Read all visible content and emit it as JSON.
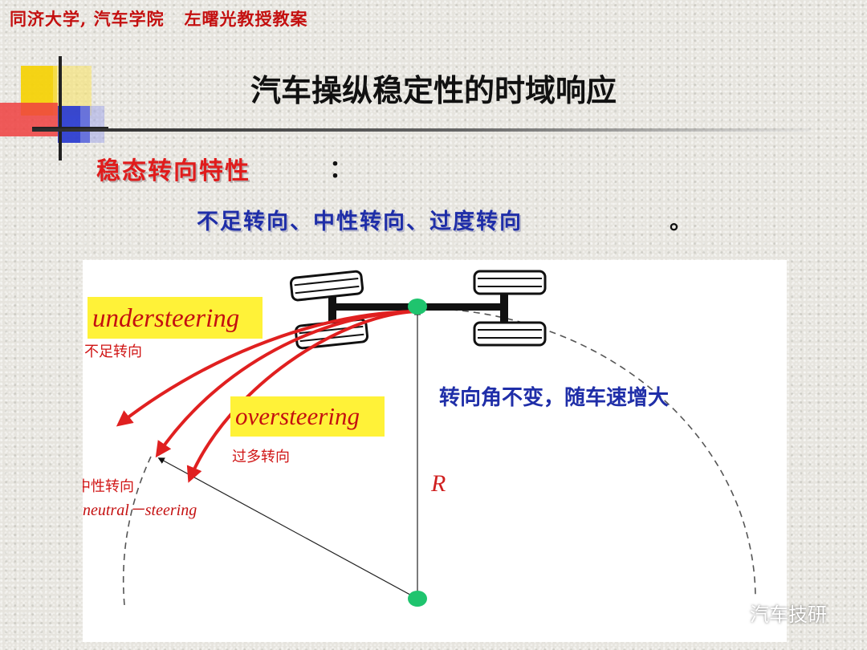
{
  "header": {
    "text": "同济大学, 汽车学院   左曙光教授教案"
  },
  "title": "汽车操纵稳定性的时域响应",
  "section": {
    "heading": "稳态转向特性",
    "colon": "："
  },
  "subtitle": {
    "text": "不足转向、中性转向、过度转向",
    "period": "。"
  },
  "diagram": {
    "understeer_en": "understeering",
    "understeer_zh": "不足转向",
    "oversteer_en": "oversteering",
    "oversteer_zh": "过多转向",
    "neutral_zh": "中性转向",
    "neutral_en": "neutral－steering",
    "radius_label": "R",
    "condition_text": "转向角不变，随车速增大"
  },
  "colors": {
    "header_red": "#c41010",
    "curve_red": "#e02020",
    "label_blue": "#1f2ea8",
    "label_bg_yellow": "#fff238",
    "node_green": "#1fc46e"
  },
  "watermark": {
    "text": "汽车技研"
  }
}
